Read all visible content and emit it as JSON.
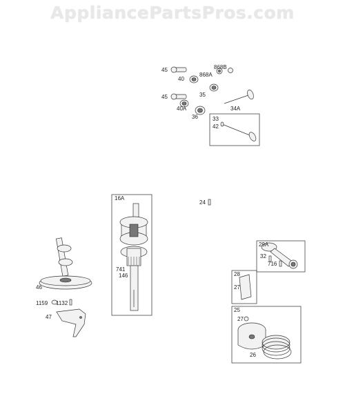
{
  "site": {
    "watermark": "AppliancePartsPros.com"
  },
  "labels": {
    "p45a": "45",
    "p40": "40",
    "p868a": "868A",
    "p868b": "868B",
    "p35": "35",
    "p45b": "45",
    "p40a": "40A",
    "p36": "36",
    "p34a": "34A",
    "p33": "33",
    "p42": "42",
    "p24": "24",
    "p16a": "16A",
    "p741": "741",
    "p146": "146",
    "p46": "46",
    "p1159": "1159",
    "p1132": "1132",
    "p47": "47",
    "p29a": "29A",
    "p32": "32",
    "p716": "716",
    "p28": "28",
    "p27a": "27",
    "p25": "25",
    "p27b": "27",
    "p26": "26"
  }
}
